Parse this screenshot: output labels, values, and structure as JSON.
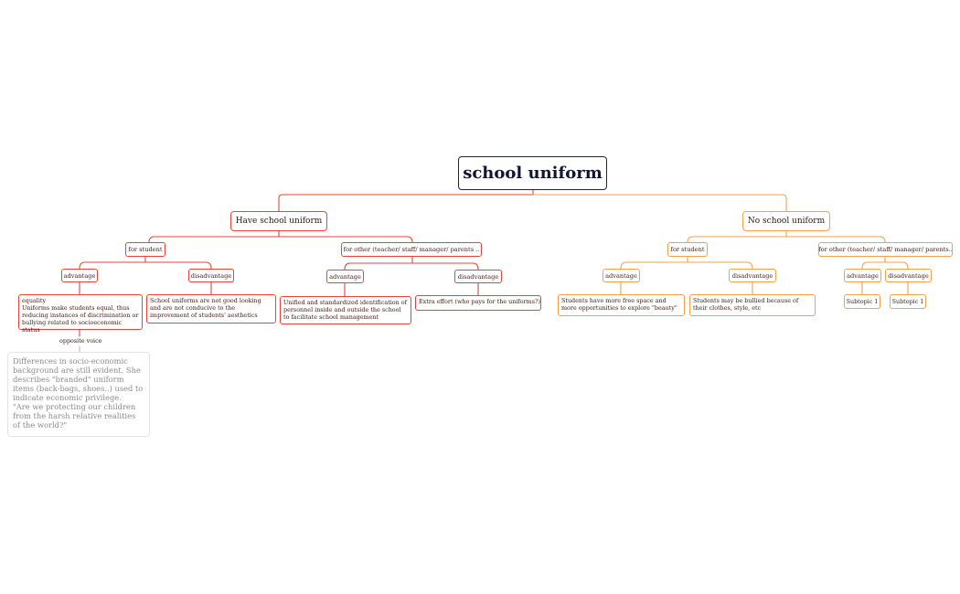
{
  "map": {
    "root": "school uniform",
    "have": {
      "title": "Have school uniform",
      "student": {
        "title": "for student",
        "advantage": "advantage",
        "disadvantage": "disadvantage",
        "adv_text": "equality\nUniforms make students equal, thus reducing instances of discrimination or bullying related to socioeconomic status",
        "disadv_text": "School uniforms are not good looking and are not conducive to the improvement of students' aesthetics",
        "opposite_label": "opposite voice",
        "opposite_note": "Differences in socio-economic background are still evident. She describes \"branded\" uniform items (back-bags, shoes..) used to indicate economic privilege.\n\"Are we protecting our children from the harsh relative realities of the world?\""
      },
      "other": {
        "title": "for other   (teacher/ staff/ manager/ parents ..",
        "advantage": "advantage",
        "disadvantage": "disadvantage",
        "adv_text": "Unified and standardized identification of personnel inside and outside the school to facilitate school management",
        "disadv_text": "Extra effort (who pays for the uniforms?)"
      }
    },
    "no": {
      "title": "No school uniform",
      "student": {
        "title": "for student",
        "advantage": "advantage",
        "disadvantage": "disadvantage",
        "adv_text": "Students have more free space and more opportunities to explore \"beauty\"",
        "disadv_text": "Students may be bullied because of their clothes, style, etc"
      },
      "other": {
        "title": "for other (teacher/ staff/ manager/ parents..",
        "advantage": "advantage",
        "disadvantage": "disadvantage",
        "adv_text": "Subtopic 1",
        "disadv_text": "Subtopic 1"
      }
    }
  },
  "colors": {
    "root_border": "#1f2047",
    "have_branch": "#e8443a",
    "no_branch": "#f3a04a"
  }
}
